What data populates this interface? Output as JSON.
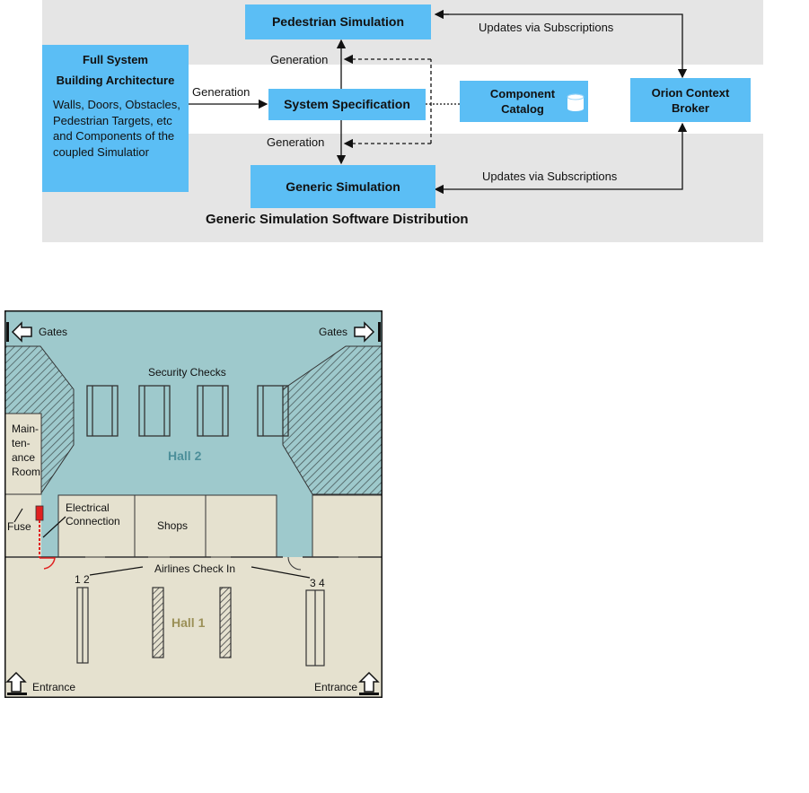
{
  "architecture": {
    "full_system": {
      "title": "Full System",
      "subtitle": "Building Architecture",
      "body": "Walls, Doors, Obstacles, Pedestrian Targets,  etc and Components of the coupled Simulatior"
    },
    "pedestrian_simulation": "Pedestrian Simulation",
    "system_specification": "System Specification",
    "generic_simulation": "Generic Simulation",
    "component_catalog": "Component Catalog",
    "orion_broker": "Orion Context Broker",
    "generation_top": "Generation",
    "generation_left": "Generation",
    "generation_bottom": "Generation",
    "updates_top": "Updates via Subscriptions",
    "updates_bottom": "Updates via Subscriptions",
    "distribution_label": "Generic Simulation Software Distribution",
    "colors": {
      "box": "#5bbef5",
      "band": "#e5e5e5"
    }
  },
  "floorplan": {
    "gates_left": "Gates",
    "gates_right": "Gates",
    "security_checks": "Security Checks",
    "hall2": "Hall 2",
    "maintenance_room": [
      "Main-",
      "ten-",
      "ance",
      "Room"
    ],
    "fuse": "Fuse",
    "electrical_connection": [
      "Electrical",
      "Connection"
    ],
    "shops": "Shops",
    "airlines_check_in": "Airlines Check In",
    "counters_left": "1 2",
    "counters_right": "3 4",
    "hall1": "Hall 1",
    "entrance_left": "Entrance",
    "entrance_right": "Entrance",
    "colors": {
      "hall2": "#9ec9cc",
      "hall1": "#e5e1cf",
      "fuse": "#e02020"
    }
  }
}
